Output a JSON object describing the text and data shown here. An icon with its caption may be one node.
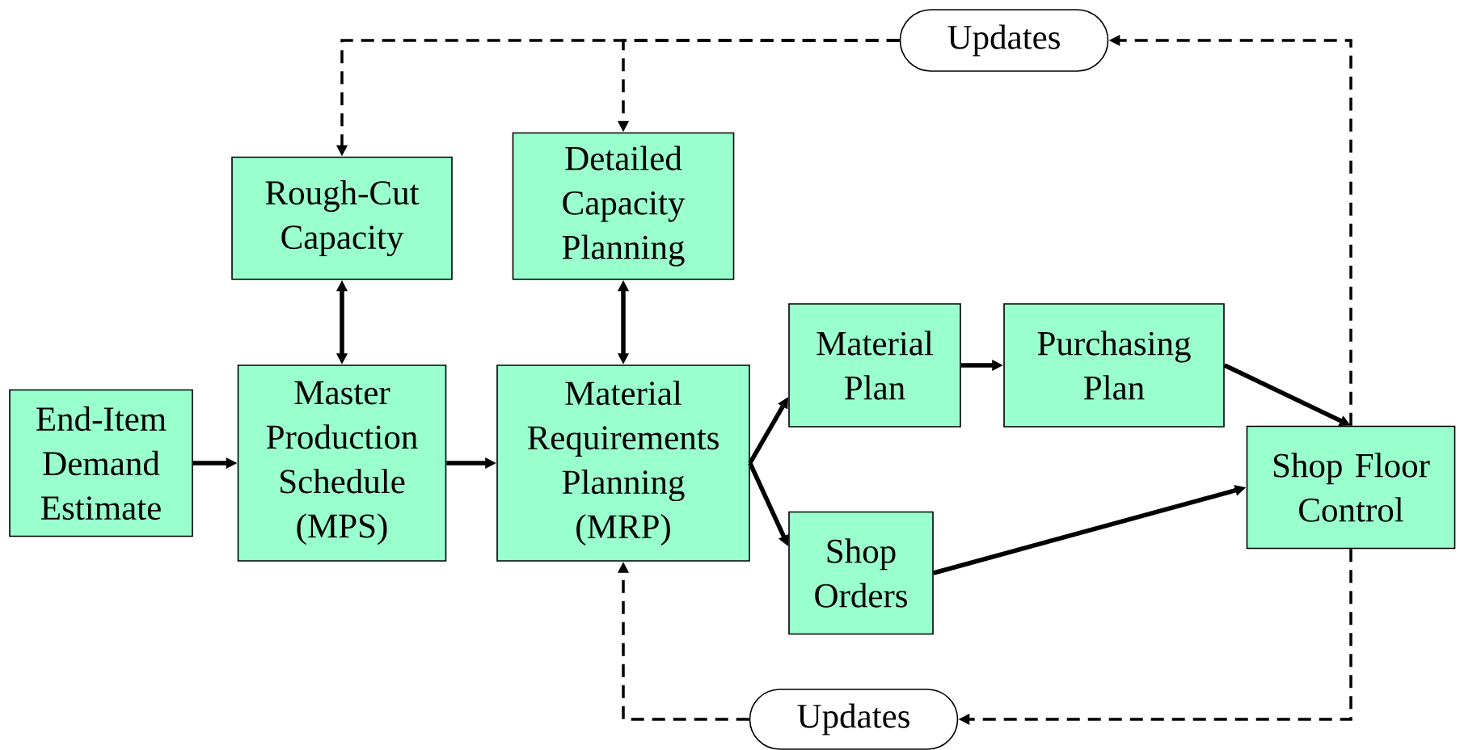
{
  "diagram": {
    "nodes": [
      {
        "text": [
          "Updates"
        ]
      },
      {
        "text": [
          "Rough-Cut Capacity"
        ]
      },
      {
        "text": [
          "Detailed Capacity Planning"
        ]
      },
      {
        "text": [
          "End-Item Demand Estimate"
        ]
      },
      {
        "text": [
          "Master Production Schedule (MPS)"
        ]
      },
      {
        "text": [
          "Material Requirements Planning (MRP)"
        ]
      },
      {
        "text": [
          "Material Plan"
        ]
      },
      {
        "text": [
          "Purchasing Plan"
        ]
      },
      {
        "text": [
          "Shop Orders"
        ]
      },
      {
        "text": [
          "Shop Floor Control"
        ]
      },
      {
        "text": [
          "Updates"
        ]
      }
    ],
    "edges": [
      {
        "from": 3,
        "to": 4,
        "arrow": "to"
      },
      {
        "from": 4,
        "to": 5,
        "arrow": "to"
      },
      {
        "from": 1,
        "to": 4,
        "arrow": "both"
      },
      {
        "from": 2,
        "to": 5,
        "arrow": "both"
      },
      {
        "from": 5,
        "to": 6,
        "arrow": "to"
      },
      {
        "from": 5,
        "to": 8,
        "arrow": "to"
      },
      {
        "from": 6,
        "to": 7,
        "arrow": "to"
      },
      {
        "from": 7,
        "to": 9,
        "arrow": "to"
      },
      {
        "from": 8,
        "to": 9,
        "arrow": "to"
      },
      {
        "from": 9,
        "to": 0,
        "arrow": "to",
        "style": "dashed"
      },
      {
        "from": 0,
        "to": 1,
        "arrow": "to",
        "style": "dashed"
      },
      {
        "from": 0,
        "to": 2,
        "arrow": "to",
        "style": "dashed"
      },
      {
        "from": 9,
        "to": 10,
        "arrow": "to",
        "style": "dashed"
      },
      {
        "from": 10,
        "to": 5,
        "arrow": "to",
        "style": "dashed"
      }
    ]
  }
}
